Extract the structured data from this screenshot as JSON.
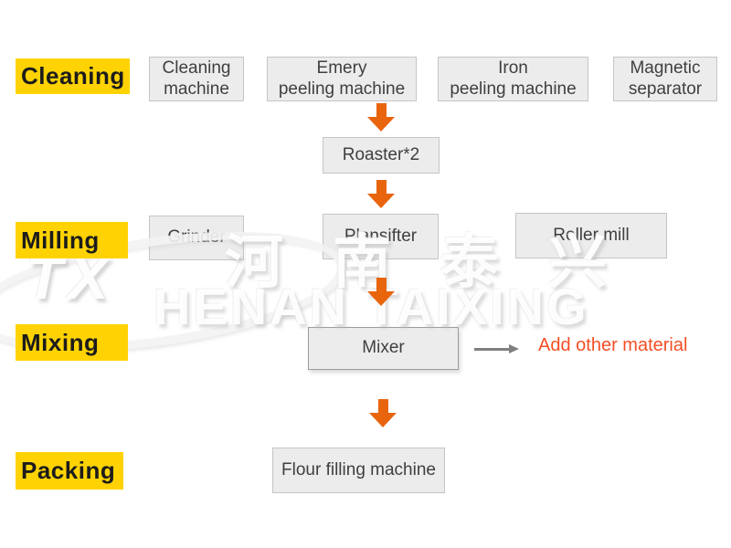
{
  "colors": {
    "stage_bg": "#ffd303",
    "stage_text": "#1c1c1c",
    "box_bg": "#ececec",
    "box_border": "#c5c5c5",
    "box_text": "#3f3f3f",
    "arrow_orange": "#e8650e",
    "arrow_gray": "#7f7f7f",
    "note_text": "#f44f26"
  },
  "stages": {
    "cleaning": "Cleaning",
    "milling": "Milling",
    "mixing": "Mixing",
    "packing": "Packing"
  },
  "machines": {
    "cleaning_machine": "Cleaning\nmachine",
    "emery_peeling_machine": "Emery\npeeling machine",
    "iron_peeling_machine": "Iron\npeeling machine",
    "magnetic_separator": "Magnetic\nseparator",
    "roaster": "Roaster*2",
    "grinder": "Grinder",
    "plansifter": "Plansifter",
    "roller_mill": "Roller mill",
    "mixer": "Mixer",
    "flour_filling_machine": "Flour filling machine"
  },
  "annotations": {
    "add_other_material": "Add other material"
  },
  "watermark": {
    "logo_text": "TX",
    "cn_text": "河南泰兴",
    "en_text": "HENAN TAIXING"
  }
}
